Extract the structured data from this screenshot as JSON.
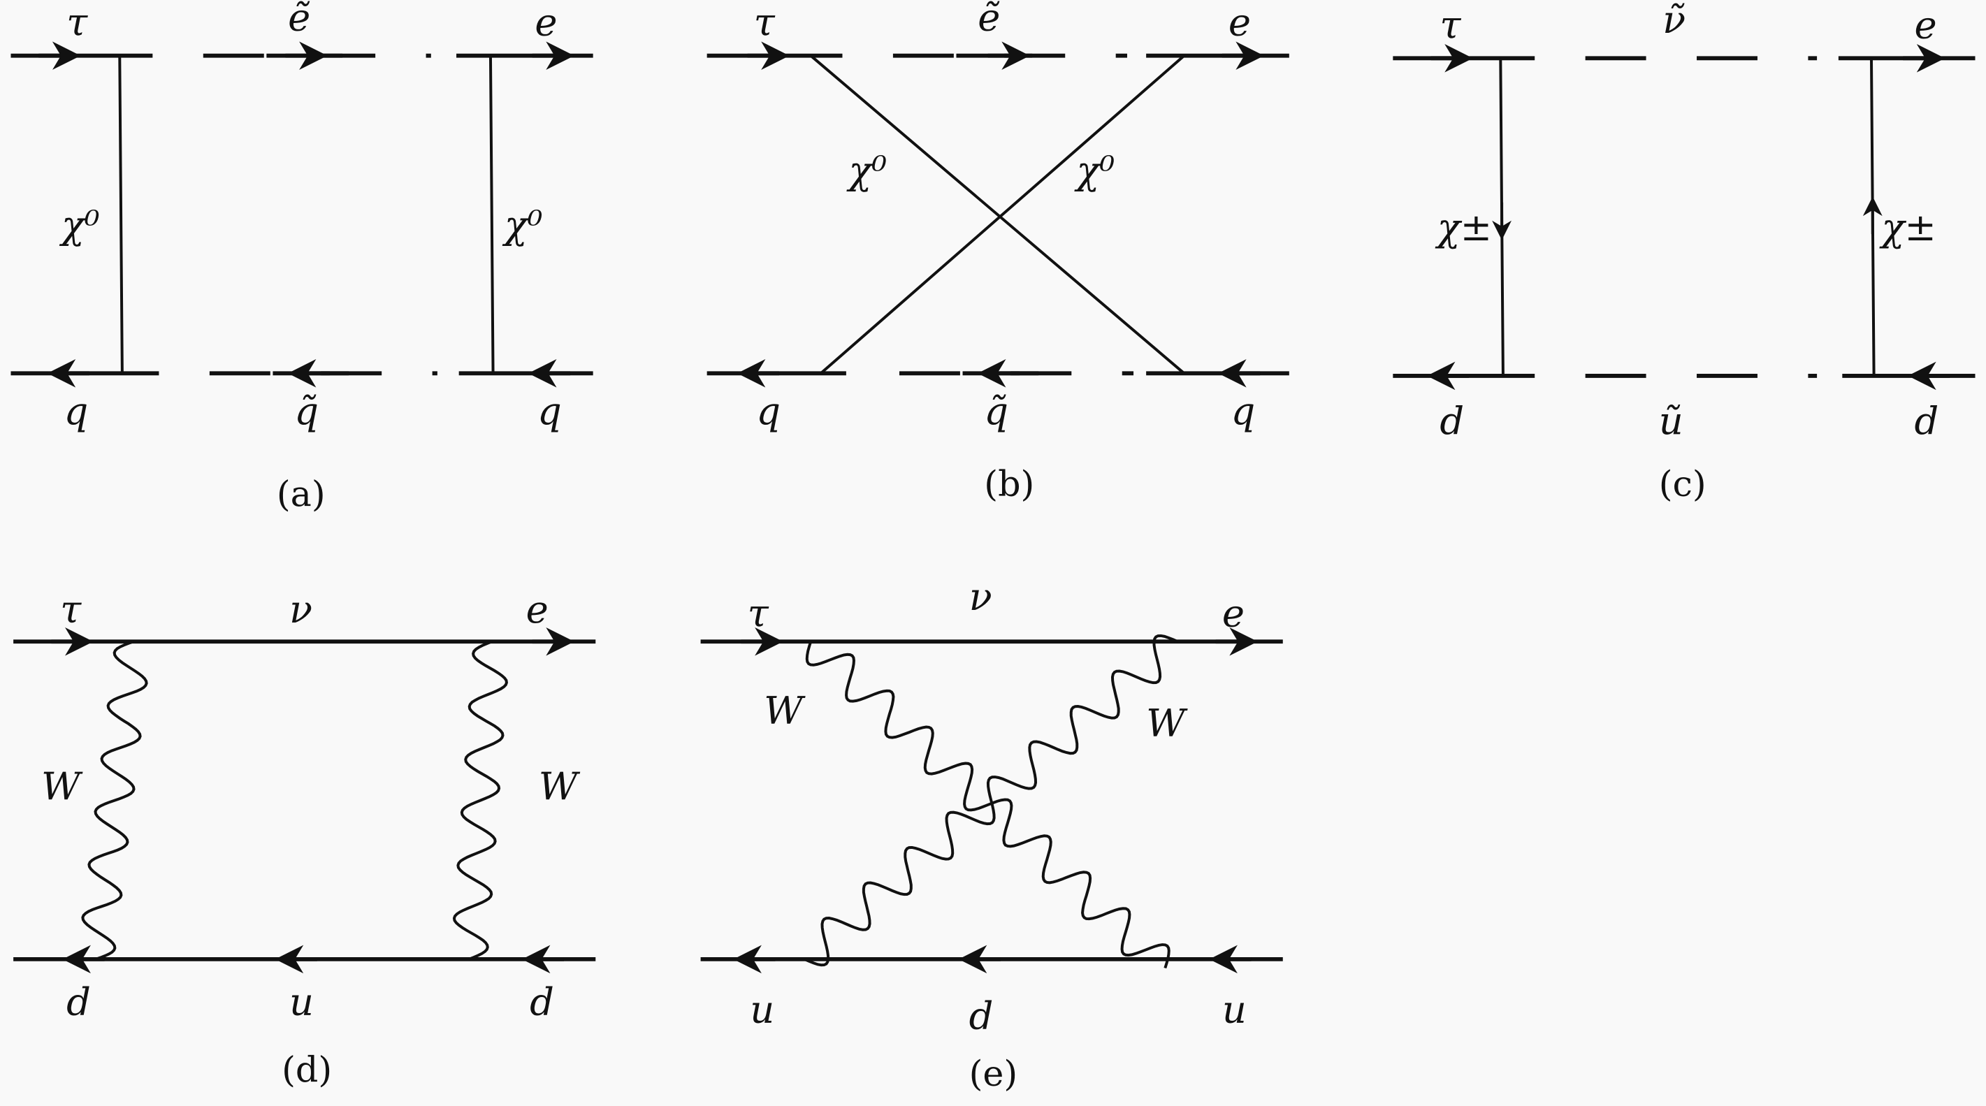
{
  "diagrams": {
    "a": {
      "caption": "(a)",
      "top": [
        "τ",
        "ẽ",
        "e"
      ],
      "bottom": [
        "q",
        "q̃",
        "q"
      ],
      "internal": [
        "χ⁰",
        "χ⁰"
      ]
    },
    "b": {
      "caption": "(b)",
      "top": [
        "τ",
        "ẽ",
        "e"
      ],
      "bottom": [
        "q",
        "q̃",
        "q"
      ],
      "internal": [
        "χ⁰",
        "χ⁰"
      ]
    },
    "c": {
      "caption": "(c)",
      "top": [
        "τ",
        "ν̃",
        "e"
      ],
      "bottom": [
        "d",
        "ũ",
        "d"
      ],
      "internal": [
        "χ±",
        "χ±"
      ]
    },
    "d": {
      "caption": "(d)",
      "top": [
        "τ",
        "ν",
        "e"
      ],
      "bottom": [
        "d",
        "u",
        "d"
      ],
      "internal": [
        "W",
        "W"
      ]
    },
    "e": {
      "caption": "(e)",
      "top": [
        "τ",
        "ν",
        "e"
      ],
      "bottom": [
        "u",
        "d",
        "u"
      ],
      "internal": [
        "W",
        "W"
      ]
    }
  }
}
